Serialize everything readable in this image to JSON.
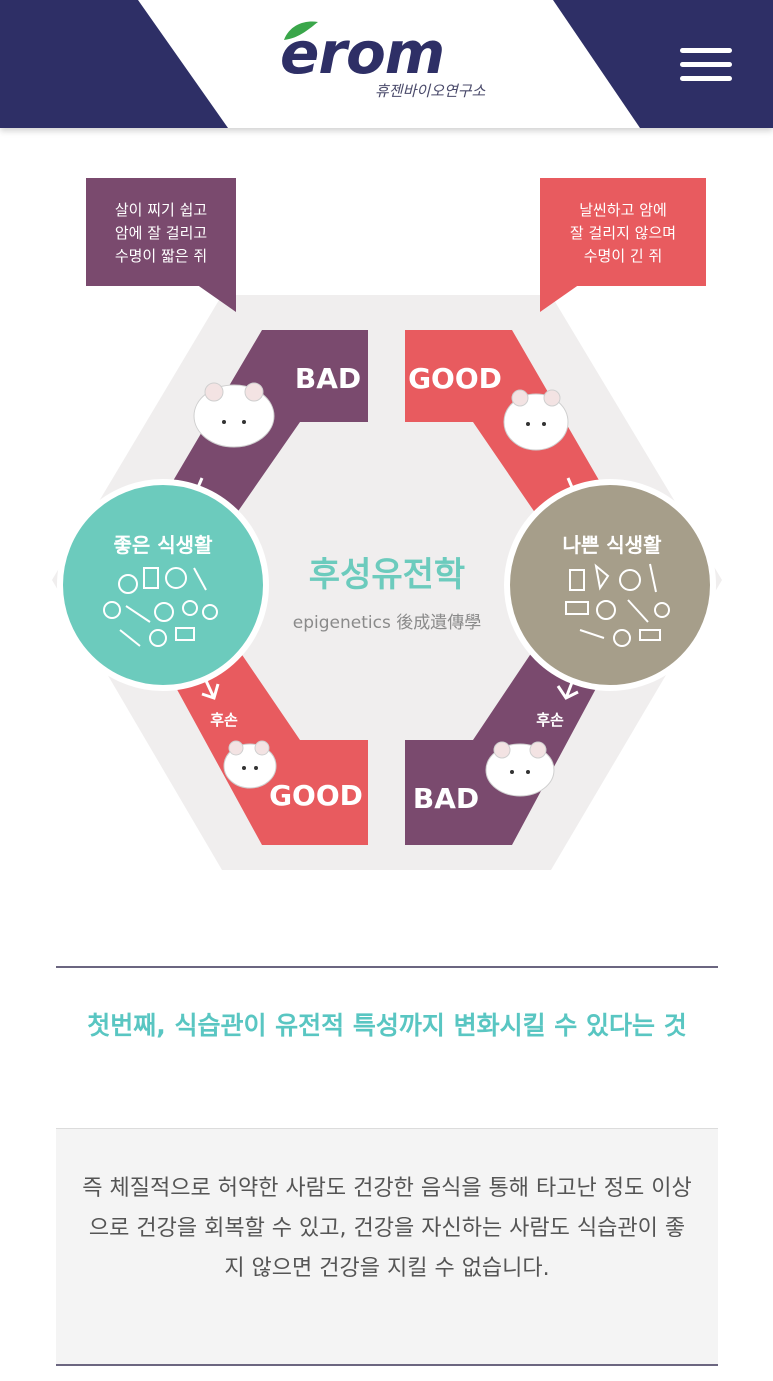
{
  "header": {
    "logo_text": "erom",
    "logo_subtitle": "휴젠바이오연구소",
    "menu_icon": "hamburger-menu-icon"
  },
  "diagram": {
    "center_title": "후성유전학",
    "center_subtitle": "epigenetics 後成遺傳學",
    "left": {
      "callout": [
        "살이 찌기 쉽고",
        "암에 잘 걸리고",
        "수명이 짧은 쥐"
      ],
      "top_label": "BAD",
      "circle_label": "좋은 식생활",
      "offspring_label": "후손",
      "bottom_label": "GOOD"
    },
    "right": {
      "callout": [
        "날씬하고 암에",
        "잘 걸리지 않으며",
        "수명이 긴 쥐"
      ],
      "top_label": "GOOD",
      "circle_label": "나쁜 식생활",
      "offspring_label": "후손",
      "bottom_label": "BAD"
    },
    "colors": {
      "purple": "#7a4a6e",
      "red": "#e85b5f",
      "teal": "#6ccbbd",
      "beige": "#a69e8a",
      "navy": "#2e2f66"
    }
  },
  "article": {
    "headline": "첫번째, 식습관이 유전적 특성까지 변화시킬 수 있다는 것",
    "body": "즉 체질적으로 허약한 사람도 건강한 음식을 통해 타고난 정도 이상으로 건강을 회복할 수 있고, 건강을 자신하는 사람도 식습관이 좋지 않으면 건강을 지킬 수 없습니다."
  }
}
